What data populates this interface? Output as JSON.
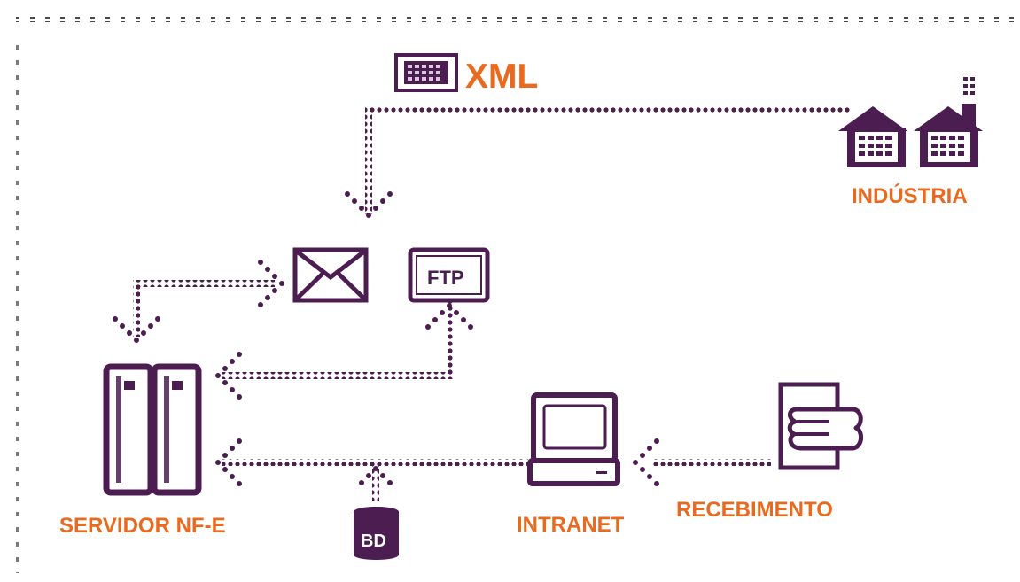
{
  "diagram": {
    "xml_label": "XML",
    "industry_label": "INDÚSTRIA",
    "ftp_label": "FTP",
    "server_label": "SERVIDOR NF-E",
    "database_label": "BD",
    "intranet_label": "INTRANET",
    "receiving_label": "RECEBIMENTO"
  },
  "colors": {
    "purple": "#4b1d50",
    "orange": "#e96a1f",
    "frame_gray": "#8e8e8e"
  },
  "icons": [
    "xml-document-icon",
    "factory-icon",
    "envelope-icon",
    "ftp-box-icon",
    "server-icon",
    "database-icon",
    "computer-icon",
    "hand-document-icon"
  ]
}
